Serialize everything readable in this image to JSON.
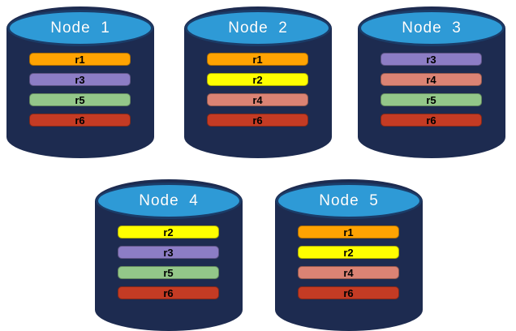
{
  "diagram": {
    "background": "#FFFFFF",
    "palette": {
      "cylinder_body": "#1D2B50",
      "cylinder_top_fill": "#2E9AD6",
      "cylinder_top_border": "#1B3C68",
      "node_title_color": "#FFFFFF",
      "bar_label_color": "#000000"
    },
    "replica_colors": {
      "r1": "#FFA302",
      "r2": "#FFFF00",
      "r3": "#8C7DC5",
      "r4": "#DB8374",
      "r5": "#93C789",
      "r6": "#C43B24"
    },
    "nodes": [
      {
        "title": "Node  1",
        "replicas": [
          "r1",
          "r3",
          "r5",
          "r6"
        ]
      },
      {
        "title": "Node  2",
        "replicas": [
          "r1",
          "r2",
          "r4",
          "r6"
        ]
      },
      {
        "title": "Node  3",
        "replicas": [
          "r3",
          "r4",
          "r5",
          "r6"
        ]
      },
      {
        "title": "Node  4",
        "replicas": [
          "r2",
          "r3",
          "r5",
          "r6"
        ]
      },
      {
        "title": "Node  5",
        "replicas": [
          "r1",
          "r2",
          "r4",
          "r6"
        ]
      }
    ]
  }
}
